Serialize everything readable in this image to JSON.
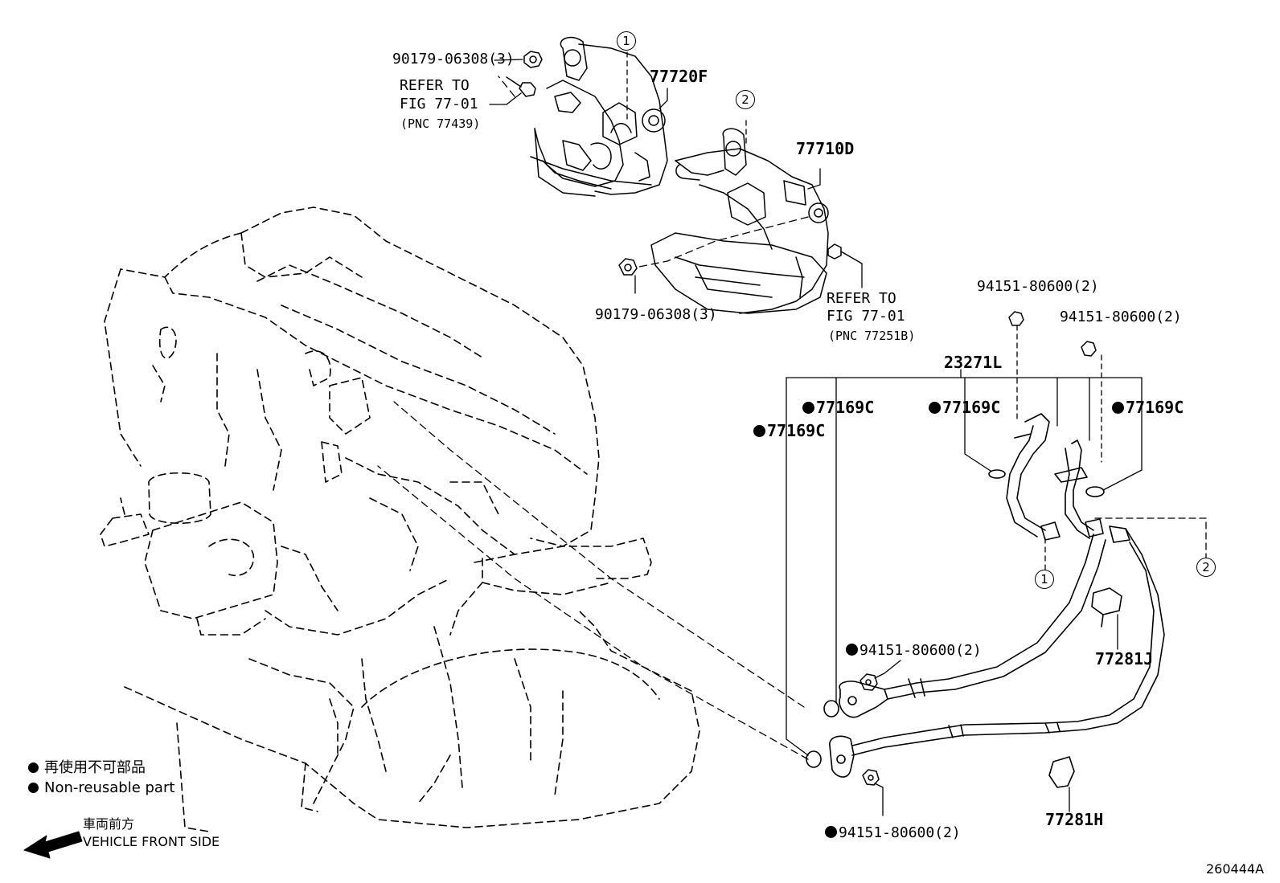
{
  "callouts": {
    "c1": "1",
    "c2": "2"
  },
  "labels": {
    "pn_90179_top": "90179-06308(3)",
    "refer_to_top_1": "REFER TO",
    "refer_to_top_2": "FIG 77-01",
    "refer_to_top_3": "(PNC 77439)",
    "pn_77720F": "77720F",
    "pn_77710D": "77710D",
    "pn_90179_mid": "90179-06308(3)",
    "refer_to_mid_1": "REFER TO",
    "refer_to_mid_2": "FIG 77-01",
    "refer_to_mid_3": "(PNC 77251B)",
    "pn_94151_a": "94151-80600(2)",
    "pn_94151_b": "94151-80600(2)",
    "pn_23271L": "23271L",
    "pn_77169C_a": "77169C",
    "pn_77169C_b": "77169C",
    "pn_77169C_c": "77169C",
    "pn_77169C_d": "77169C",
    "pn_77281J": "77281J",
    "pn_94151_c": "94151-80600(2)",
    "pn_94151_d": "94151-80600(2)",
    "pn_77281H": "77281H"
  },
  "legend": {
    "jp": "再使用不可部品",
    "en": "Non-reusable part"
  },
  "front": {
    "jp": "車両前方",
    "en": "VEHICLE FRONT SIDE"
  },
  "figure_id": "260444A"
}
